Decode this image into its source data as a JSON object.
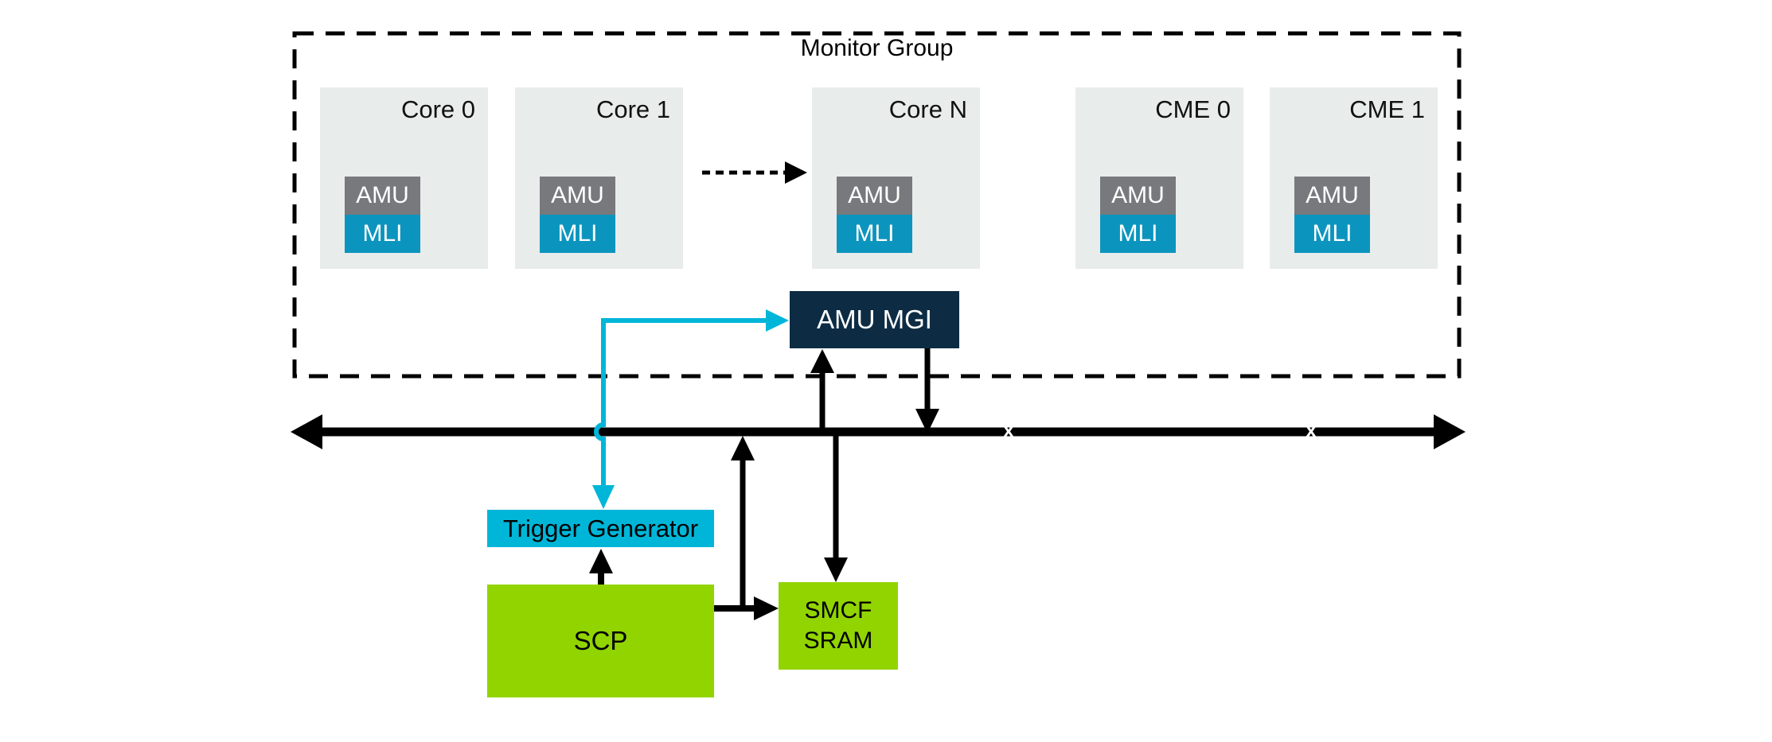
{
  "diagram": {
    "title": "Monitor Group",
    "units": [
      {
        "id": "core-0",
        "label": "Core 0",
        "blocks": [
          "AMU",
          "MLI"
        ]
      },
      {
        "id": "core-1",
        "label": "Core 1",
        "blocks": [
          "AMU",
          "MLI"
        ]
      },
      {
        "id": "core-n",
        "label": "Core N",
        "blocks": [
          "AMU",
          "MLI"
        ]
      },
      {
        "id": "cme-0",
        "label": "CME 0",
        "blocks": [
          "AMU",
          "MLI"
        ]
      },
      {
        "id": "cme-1",
        "label": "CME 1",
        "blocks": [
          "AMU",
          "MLI"
        ]
      }
    ],
    "nodes": {
      "amu_mgi": {
        "label": "AMU MGI"
      },
      "trigger_generator": {
        "label": "Trigger Generator"
      },
      "scp": {
        "label": "SCP"
      },
      "smcf_sram": {
        "line1": "SMCF",
        "line2": "SRAM"
      }
    },
    "bus": {
      "cross_marks": [
        "x",
        "x"
      ]
    },
    "colors": {
      "unit_background": "#e8eceb",
      "amu_gray": "#77797c",
      "mli_teal": "#0b95be",
      "mgi_navy": "#0d2c44",
      "trigger_cyan": "#00b6d8",
      "scp_green": "#92d400",
      "line_black": "#000000"
    }
  }
}
